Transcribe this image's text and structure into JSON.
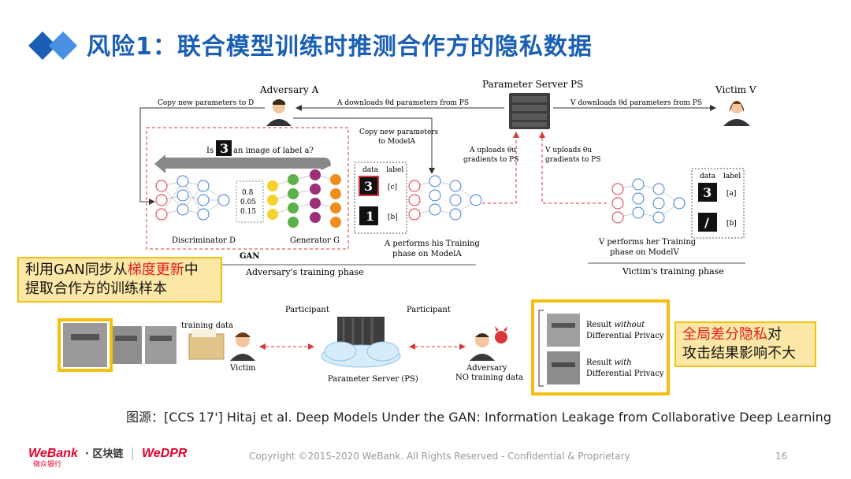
{
  "slide": {
    "title": "风险1：联合模型训练时推测合作方的隐私数据",
    "page_number": "16",
    "copyright": "Copyright ©2015-2020 WeBank. All Rights Reserved - Confidential & Proprietary"
  },
  "footer_logos": {
    "webank": "WeBank",
    "webank_cn": "微众银行",
    "blockchain": "· 区块链",
    "wedpr": "WeDPR"
  },
  "diagram_top": {
    "adversary_label": "Adversary A",
    "ps_label": "Parameter Server PS",
    "victim_label": "Victim V",
    "copy_to_d": "Copy new parameters to D",
    "a_downloads": "A downloads θd parameters from PS",
    "v_downloads": "V downloads θd parameters from PS",
    "copy_to_model": "Copy new parameters",
    "copy_to_model2": "to ModelA",
    "a_uploads": "A uploads θu",
    "a_uploads2": "gradients to PS",
    "v_uploads": "V uploads θu",
    "v_uploads2": "gradients to PS",
    "is_image": "Is",
    "is_image2": "an image of label a?",
    "probs": [
      "0.8",
      "0.05",
      "0.15"
    ],
    "discriminator": "Discriminator D",
    "generator": "Generator G",
    "gan": "GAN",
    "data_hdr": "data",
    "label_hdr": "label",
    "adv_labels": [
      "[c]",
      "[b]"
    ],
    "victim_labels": [
      "[a]",
      "[b]"
    ],
    "a_performs": "A performs his Training",
    "a_performs2": "phase on ModelA",
    "v_performs": "V performs her Training",
    "v_performs2": "phase on ModelV",
    "adv_phase": "Adversary's training phase",
    "vic_phase": "Victim's training phase"
  },
  "diagram_bottom": {
    "training_data": "training data",
    "victim": "Victim",
    "participant_left": "Participant",
    "participant_right": "Participant",
    "ps": "Parameter Server (PS)",
    "adversary": "Adversary",
    "no_training": "NO training data",
    "result_without": "Result",
    "result_without_em": "without",
    "dp1": "Differential Privacy",
    "result_with": "Result",
    "result_with_em": "with",
    "dp2": "Differential Privacy"
  },
  "callout_left": {
    "line1_a": "利用GAN同步从",
    "line1_red": "梯度更新",
    "line1_b": "中",
    "line2": "提取合作方的训练样本"
  },
  "callout_right": {
    "line1_red": "全局差分隐私",
    "line1_b": "对",
    "line2": "攻击结果影响不大"
  },
  "caption": "图源：[CCS 17'] Hitaj et al. Deep Models Under the GAN: Information Leakage from Collaborative Deep Learning",
  "colors": {
    "title_blue": "#1a5fb4",
    "callout_bg": "#fde7a6",
    "callout_border": "#f3c010",
    "highlight_red": "#e02020",
    "dashed_red": "#d9363e"
  }
}
